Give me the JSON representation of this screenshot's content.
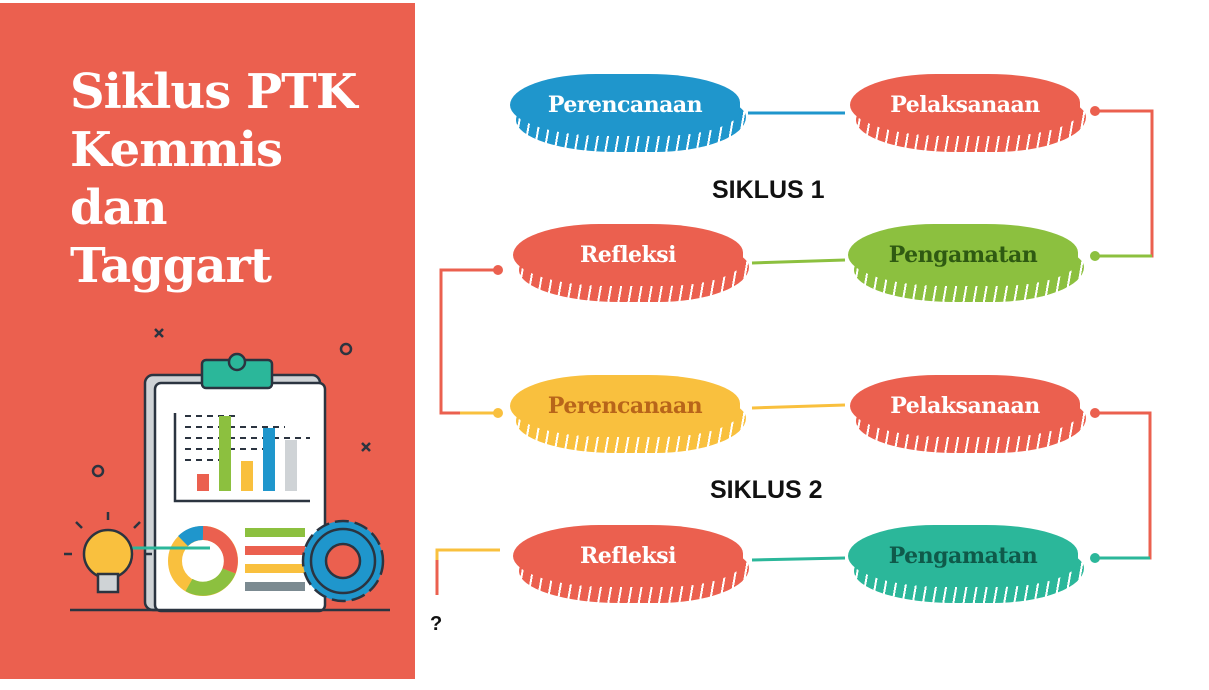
{
  "title_lines": [
    "Siklus PTK",
    "Kemmis",
    "dan",
    "Taggart"
  ],
  "cycles": [
    {
      "label": "SIKLUS 1",
      "steps": [
        {
          "label": "Perencanaan",
          "color": "#1f96cc",
          "text_color": "#ffffff"
        },
        {
          "label": "Pelaksanaan",
          "color": "#eb604f",
          "text_color": "#ffffff"
        },
        {
          "label": "Pengamatan",
          "color": "#8cc03f",
          "text_color": "#2f5a12"
        },
        {
          "label": "Refleksi",
          "color": "#eb604f",
          "text_color": "#ffffff"
        }
      ]
    },
    {
      "label": "SIKLUS 2",
      "steps": [
        {
          "label": "Perencanaan",
          "color": "#f9c03e",
          "text_color": "#b8651a"
        },
        {
          "label": "Pelaksanaan",
          "color": "#eb604f",
          "text_color": "#ffffff"
        },
        {
          "label": "Pengamatan",
          "color": "#2bb79a",
          "text_color": "#0f5a4a"
        },
        {
          "label": "Refleksi",
          "color": "#eb604f",
          "text_color": "#ffffff"
        }
      ]
    }
  ],
  "continuation_mark": "?"
}
